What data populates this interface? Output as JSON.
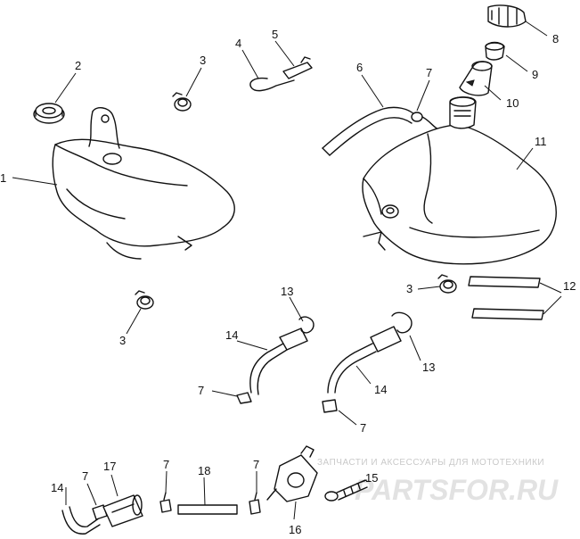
{
  "callouts": [
    {
      "id": "c1",
      "text": "1"
    },
    {
      "id": "c2",
      "text": "2"
    },
    {
      "id": "c3a",
      "text": "3"
    },
    {
      "id": "c4",
      "text": "4"
    },
    {
      "id": "c5",
      "text": "5"
    },
    {
      "id": "c6",
      "text": "6"
    },
    {
      "id": "c7a",
      "text": "7"
    },
    {
      "id": "c8",
      "text": "8"
    },
    {
      "id": "c9",
      "text": "9"
    },
    {
      "id": "c10",
      "text": "10"
    },
    {
      "id": "c11",
      "text": "11"
    },
    {
      "id": "c12",
      "text": "12"
    },
    {
      "id": "c3b",
      "text": "3"
    },
    {
      "id": "c3c",
      "text": "3"
    },
    {
      "id": "c13a",
      "text": "13"
    },
    {
      "id": "c14a",
      "text": "14"
    },
    {
      "id": "c7b",
      "text": "7"
    },
    {
      "id": "c13b",
      "text": "13"
    },
    {
      "id": "c14b",
      "text": "14"
    },
    {
      "id": "c7c",
      "text": "7"
    },
    {
      "id": "c14c",
      "text": "14"
    },
    {
      "id": "c7d",
      "text": "7"
    },
    {
      "id": "c17",
      "text": "17"
    },
    {
      "id": "c7e",
      "text": "7"
    },
    {
      "id": "c18",
      "text": "18"
    },
    {
      "id": "c7f",
      "text": "7"
    },
    {
      "id": "c15",
      "text": "15"
    },
    {
      "id": "c16",
      "text": "16"
    }
  ],
  "watermark": {
    "tagline": "ЗАПЧАСТИ И АКСЕССУАРЫ ДЛЯ МОТОТЕХНИКИ",
    "logo": "PARTSFOR.RU"
  }
}
